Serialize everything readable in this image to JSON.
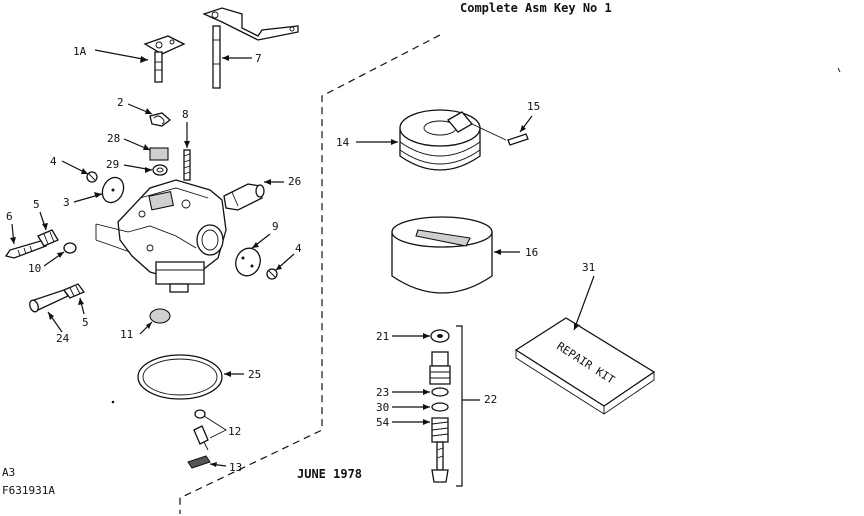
{
  "header": {
    "title": "Complete Asm Key No 1"
  },
  "footer": {
    "code_a": "A3",
    "code_b": "F631931A",
    "date": "JUNE 1978"
  },
  "repair_kit": {
    "cover_text": "REPAIR KIT"
  },
  "labels": {
    "1A": "1A",
    "2": "2",
    "3": "3",
    "4a": "4",
    "4b": "4",
    "5a": "5",
    "5b": "5",
    "6": "6",
    "7": "7",
    "8": "8",
    "9": "9",
    "10": "10",
    "11": "11",
    "12": "12",
    "13": "13",
    "14": "14",
    "15": "15",
    "16": "16",
    "21": "21",
    "22": "22",
    "23": "23",
    "24": "24",
    "25": "25",
    "26": "26",
    "28": "28",
    "29": "29",
    "30": "30",
    "31": "31",
    "54": "54"
  }
}
